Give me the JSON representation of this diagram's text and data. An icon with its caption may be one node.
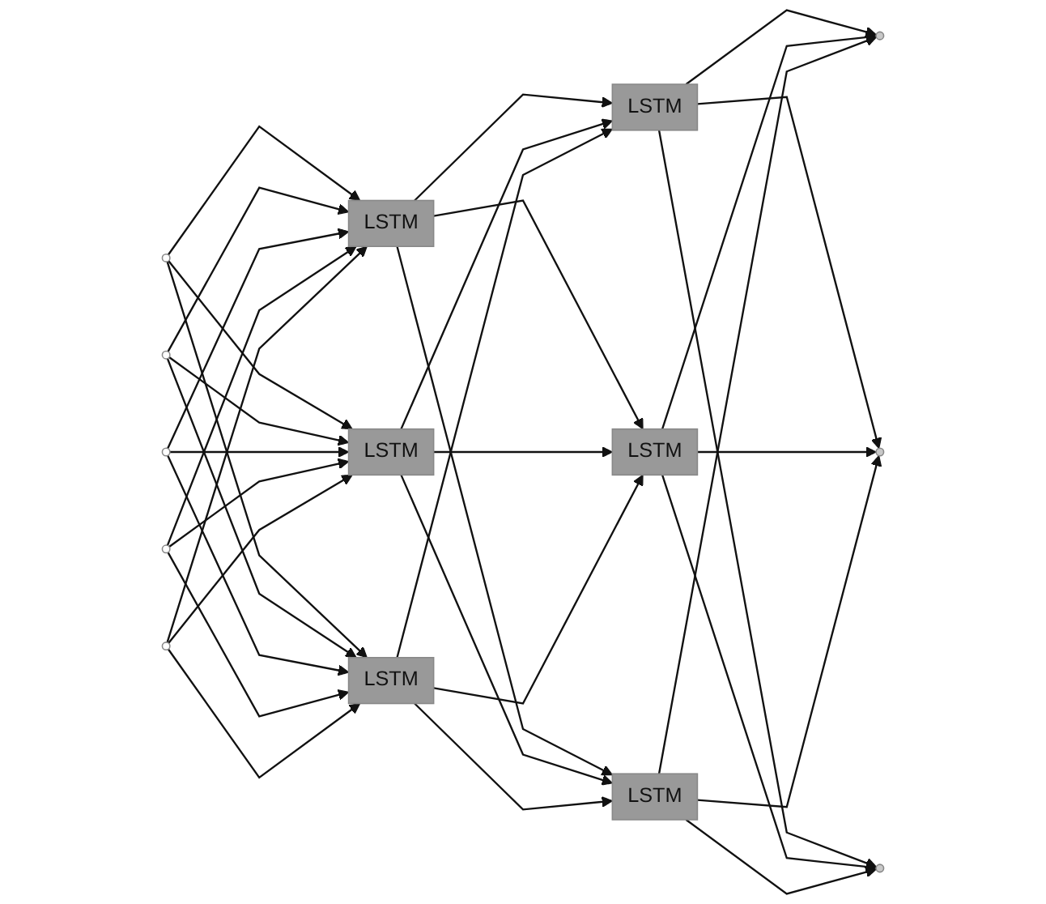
{
  "diagram": {
    "nodes": [
      {
        "text": [],
        "shape": "circle"
      },
      {
        "text": [],
        "shape": "circle"
      },
      {
        "text": [],
        "shape": "circle"
      },
      {
        "text": [],
        "shape": "circle"
      },
      {
        "text": [],
        "shape": "circle"
      },
      {
        "text": [
          "LSTM"
        ]
      },
      {
        "text": [
          "LSTM"
        ]
      },
      {
        "text": [
          "LSTM"
        ]
      },
      {
        "text": [
          "LSTM"
        ]
      },
      {
        "text": [
          "LSTM"
        ]
      },
      {
        "text": [
          "LSTM"
        ]
      },
      {
        "text": [],
        "shape": "circle"
      },
      {
        "text": [],
        "shape": "circle"
      },
      {
        "text": [],
        "shape": "circle"
      }
    ],
    "edges": [
      {
        "from": 0,
        "to": 5,
        "arrow": "to"
      },
      {
        "from": 0,
        "to": 6,
        "arrow": "to"
      },
      {
        "from": 0,
        "to": 7,
        "arrow": "to"
      },
      {
        "from": 1,
        "to": 5,
        "arrow": "to"
      },
      {
        "from": 1,
        "to": 6,
        "arrow": "to"
      },
      {
        "from": 1,
        "to": 7,
        "arrow": "to"
      },
      {
        "from": 2,
        "to": 5,
        "arrow": "to"
      },
      {
        "from": 2,
        "to": 6,
        "arrow": "to"
      },
      {
        "from": 2,
        "to": 7,
        "arrow": "to"
      },
      {
        "from": 3,
        "to": 5,
        "arrow": "to"
      },
      {
        "from": 3,
        "to": 6,
        "arrow": "to"
      },
      {
        "from": 3,
        "to": 7,
        "arrow": "to"
      },
      {
        "from": 4,
        "to": 5,
        "arrow": "to"
      },
      {
        "from": 4,
        "to": 6,
        "arrow": "to"
      },
      {
        "from": 4,
        "to": 7,
        "arrow": "to"
      },
      {
        "from": 5,
        "to": 8,
        "arrow": "to"
      },
      {
        "from": 5,
        "to": 9,
        "arrow": "to"
      },
      {
        "from": 5,
        "to": 10,
        "arrow": "to"
      },
      {
        "from": 6,
        "to": 8,
        "arrow": "to"
      },
      {
        "from": 6,
        "to": 9,
        "arrow": "to"
      },
      {
        "from": 6,
        "to": 10,
        "arrow": "to"
      },
      {
        "from": 7,
        "to": 8,
        "arrow": "to"
      },
      {
        "from": 7,
        "to": 9,
        "arrow": "to"
      },
      {
        "from": 7,
        "to": 10,
        "arrow": "to"
      },
      {
        "from": 8,
        "to": 11,
        "arrow": "to"
      },
      {
        "from": 8,
        "to": 12,
        "arrow": "to"
      },
      {
        "from": 8,
        "to": 13,
        "arrow": "to"
      },
      {
        "from": 9,
        "to": 11,
        "arrow": "to"
      },
      {
        "from": 9,
        "to": 12,
        "arrow": "to"
      },
      {
        "from": 9,
        "to": 13,
        "arrow": "to"
      },
      {
        "from": 10,
        "to": 11,
        "arrow": "to"
      },
      {
        "from": 10,
        "to": 12,
        "arrow": "to"
      },
      {
        "from": 10,
        "to": 13,
        "arrow": "to"
      }
    ]
  }
}
